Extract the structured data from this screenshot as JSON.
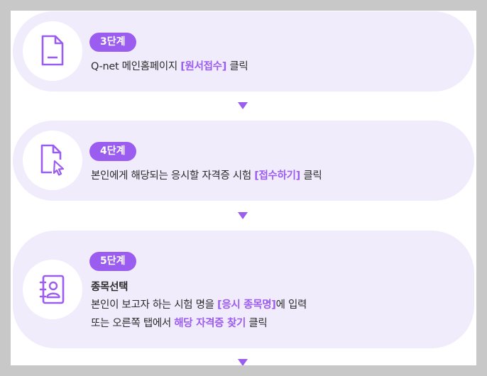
{
  "colors": {
    "accent": "#9b5cf0",
    "card_bg": "#f1ecfc",
    "text": "#2b2b2b"
  },
  "steps": [
    {
      "badge": "3단계",
      "icon": "document-icon",
      "line1": {
        "before": "Q-net 메인홈페이지 ",
        "highlight": "[원서접수]",
        "after": " 클릭"
      }
    },
    {
      "badge": "4단계",
      "icon": "document-click-icon",
      "line1": {
        "before": "본인에게 해당되는 응시할 자격증 시험 ",
        "highlight": "[접수하기]",
        "after": " 클릭"
      }
    },
    {
      "badge": "5단계",
      "icon": "address-book-icon",
      "title": "종목선택",
      "line1": {
        "before": "본인이 보고자 하는 시험 명을 ",
        "highlight": "[응시 종목명]",
        "after": "에 입력"
      },
      "line2": {
        "before": "또는 오른쪽 탭에서 ",
        "highlight": "해당 자격증 찾기",
        "after": " 클릭"
      }
    }
  ],
  "arrows": [
    "down-arrow",
    "down-arrow",
    "down-arrow"
  ]
}
